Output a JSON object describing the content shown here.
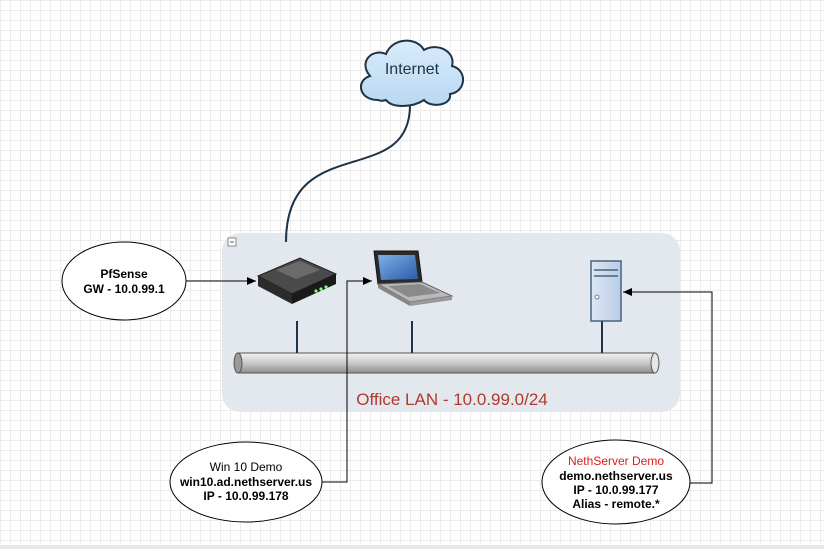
{
  "cloud": {
    "label": "Internet"
  },
  "group": {
    "label": "Office LAN - 10.0.99.0/24",
    "label_color": "#b03a2e",
    "fill": "#e3e8ee"
  },
  "pfsense": {
    "name": "PfSense",
    "gateway": "GW - 10.0.99.1"
  },
  "win10": {
    "name": "Win 10 Demo",
    "host": "win10.ad.nethserver.us",
    "ip": "IP - 10.0.99.178"
  },
  "nethserver": {
    "name": "NethServer Demo",
    "name_color": "#e01b1b",
    "host": "demo.nethserver.us",
    "ip": "IP - 10.0.99.177",
    "alias": "Alias - remote.*"
  },
  "icons": {
    "cloud": "cloud-icon",
    "router": "router-icon",
    "laptop": "laptop-icon",
    "server": "server-tower-icon",
    "collapse": "collapse-minus-icon"
  }
}
